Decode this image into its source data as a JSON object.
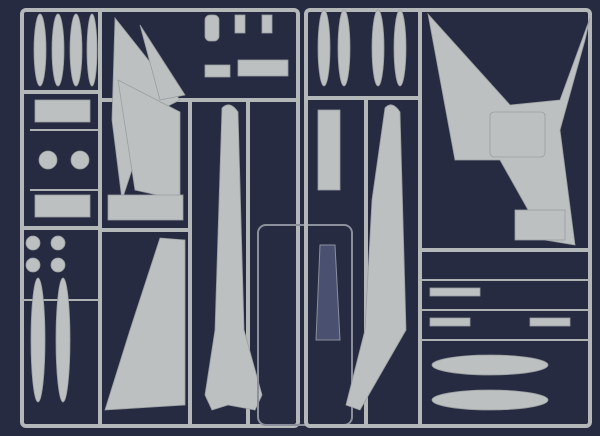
{
  "colors": {
    "background": "#262b42",
    "plastic": "#bcc0c0",
    "sprue": "#b4b8b8",
    "clear_parts": "#8c909c"
  },
  "subject": {
    "left_sprue_frame": "grey",
    "right_sprue_frame": "grey",
    "clear_canopy_sprue": "clear"
  }
}
